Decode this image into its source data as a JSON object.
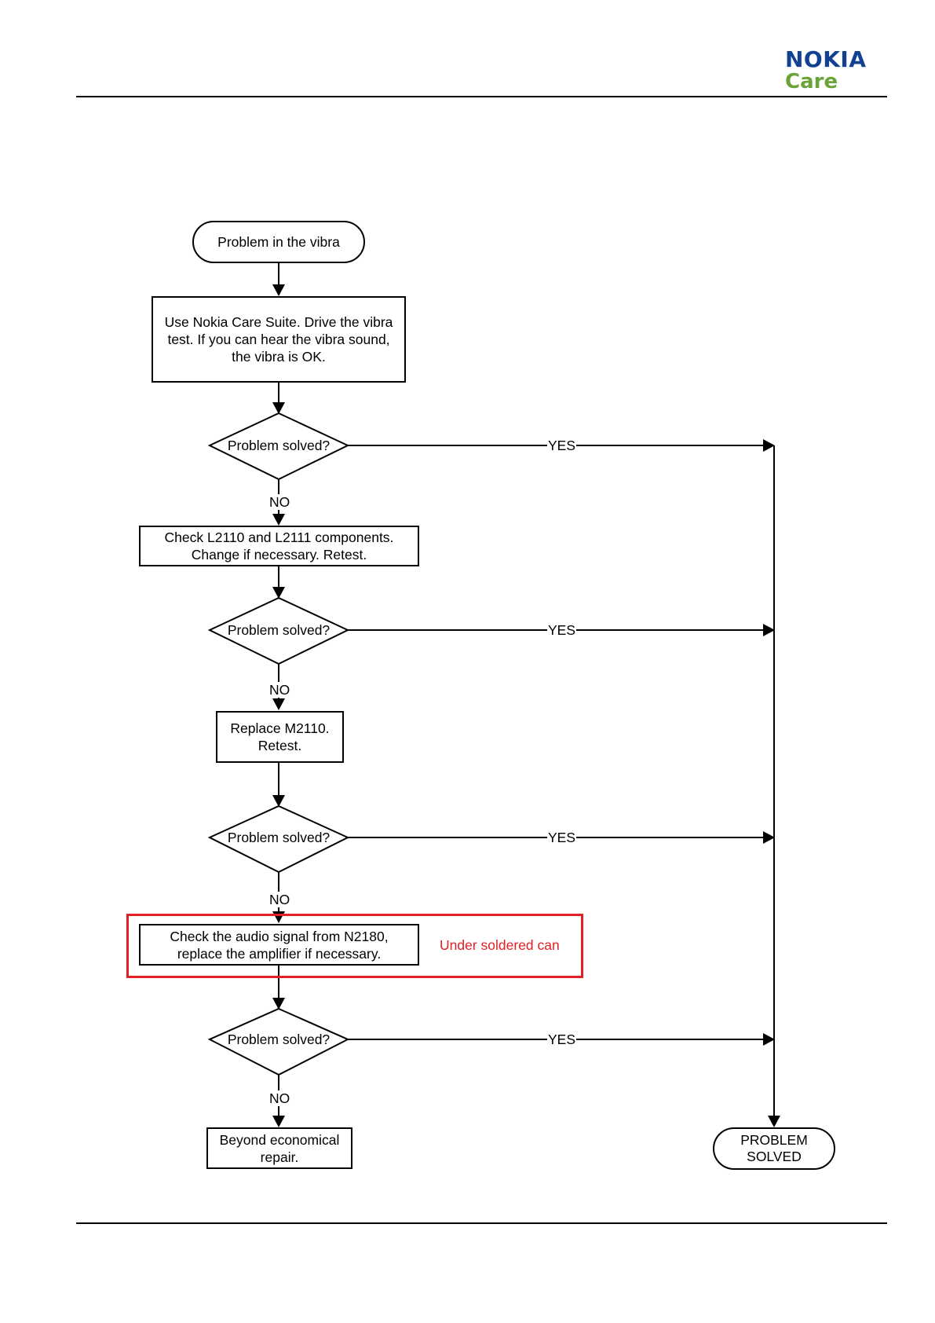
{
  "header": {
    "brand": "NOKIA",
    "sub_brand": "Care"
  },
  "colors": {
    "brand_blue": "#124191",
    "brand_green": "#6aa438",
    "highlight_red": "#e31e24"
  },
  "flow": {
    "start": "Problem in the vibra",
    "steps": [
      [
        "Use Nokia Care Suite. Drive the vibra",
        "test. If you can hear the vibra sound,",
        "the vibra is OK."
      ],
      [
        "Check L2110 and L2111 components.",
        "Change if necessary. Retest."
      ],
      [
        "Replace M2110.",
        "Retest."
      ],
      [
        "Check the audio signal from N2180,",
        "replace the amplifier if necessary."
      ],
      [
        "Beyond economical",
        "repair."
      ]
    ],
    "decision": "Problem solved?",
    "yes_label": "YES",
    "no_label": "NO",
    "end": [
      "PROBLEM",
      "SOLVED"
    ],
    "note": "Under soldered can"
  }
}
